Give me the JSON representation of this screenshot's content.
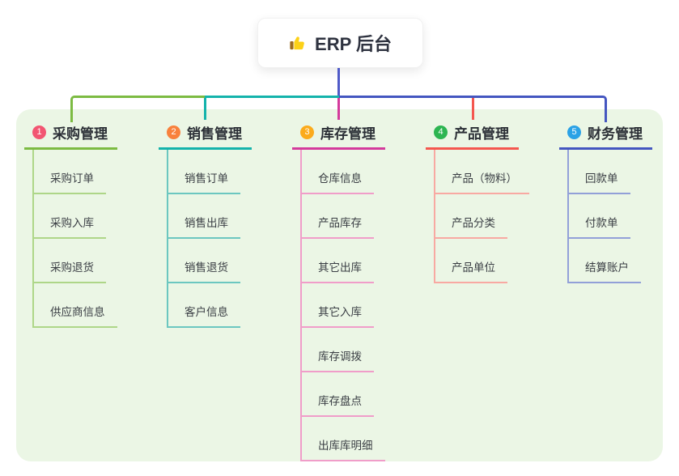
{
  "colors": {
    "page_bg": "#ffffff",
    "panel_bg": "#ebf6e5",
    "stem": "#4f5ac8",
    "root_text": "#2f3340",
    "title_text": "#2b2f36",
    "child_text": "#3a3e44",
    "root_card_bg": "#ffffff"
  },
  "root": {
    "icon": "thumbs-up-icon",
    "label": "ERP 后台"
  },
  "branches": [
    {
      "number": "1",
      "label": "采购管理",
      "badge_color": "#f25672",
      "line_color": "#7cbb42",
      "light_color": "#aed688",
      "children": [
        "采购订单",
        "采购入库",
        "采购退货",
        "供应商信息"
      ]
    },
    {
      "number": "2",
      "label": "销售管理",
      "badge_color": "#f8813c",
      "line_color": "#14b3ab",
      "light_color": "#6cc7c0",
      "children": [
        "销售订单",
        "销售出库",
        "销售退货",
        "客户信息"
      ]
    },
    {
      "number": "3",
      "label": "库存管理",
      "badge_color": "#fbab1c",
      "line_color": "#d43a9c",
      "light_color": "#f09dc9",
      "children": [
        "仓库信息",
        "产品库存",
        "其它出库",
        "其它入库",
        "库存调拨",
        "库存盘点",
        "出库库明细"
      ]
    },
    {
      "number": "4",
      "label": "产品管理",
      "badge_color": "#2db551",
      "line_color": "#f4574f",
      "light_color": "#f8a9a2",
      "children": [
        "产品（物料）",
        "产品分类",
        "产品单位"
      ]
    },
    {
      "number": "5",
      "label": "财务管理",
      "badge_color": "#2ba2e6",
      "line_color": "#4456c0",
      "light_color": "#92a0d8",
      "children": [
        "回款单",
        "付款单",
        "结算账户"
      ]
    }
  ]
}
